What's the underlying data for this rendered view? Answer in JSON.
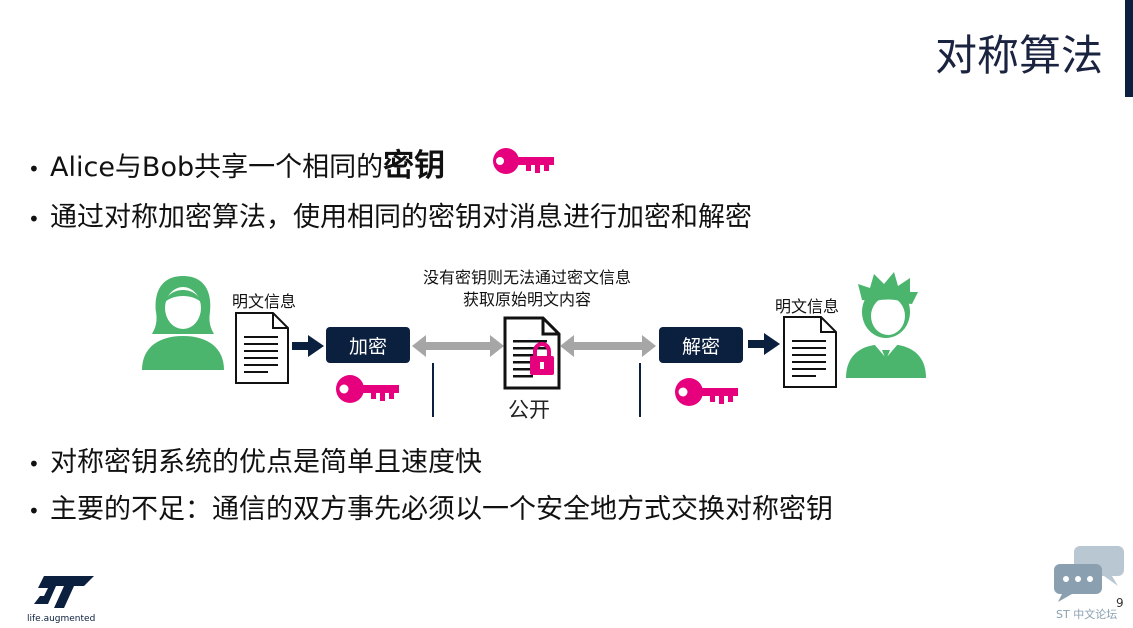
{
  "slide": {
    "title": "对称算法",
    "bullets": [
      {
        "prefix": "Alice与Bob共享一个相同的",
        "bold": "密钥"
      },
      {
        "text": "通过对称加密算法，使用相同的密钥对消息进行加密和解密"
      },
      {
        "text": "对称密钥系统的优点是简单且速度快"
      },
      {
        "text": "主要的不足：通信的双方事先必须以一个安全地方式交换对称密钥"
      }
    ],
    "bullet_symbol": "•"
  },
  "diagram": {
    "left_doc_label": "明文信息",
    "right_doc_label": "明文信息",
    "encrypt_label": "加密",
    "decrypt_label": "解密",
    "public_label": "公开",
    "note_line1": "没有密钥则无法通过密文信息",
    "note_line2": "获取原始明文内容"
  },
  "footer": {
    "logo_tagline": "life.augmented",
    "page_number": "9",
    "forum_label": "ST 中文论坛"
  },
  "colors": {
    "accent": "#0b1f3f",
    "key": "#e6007e",
    "person": "#4bb56e",
    "arrow_gray": "#a6a6a6"
  }
}
